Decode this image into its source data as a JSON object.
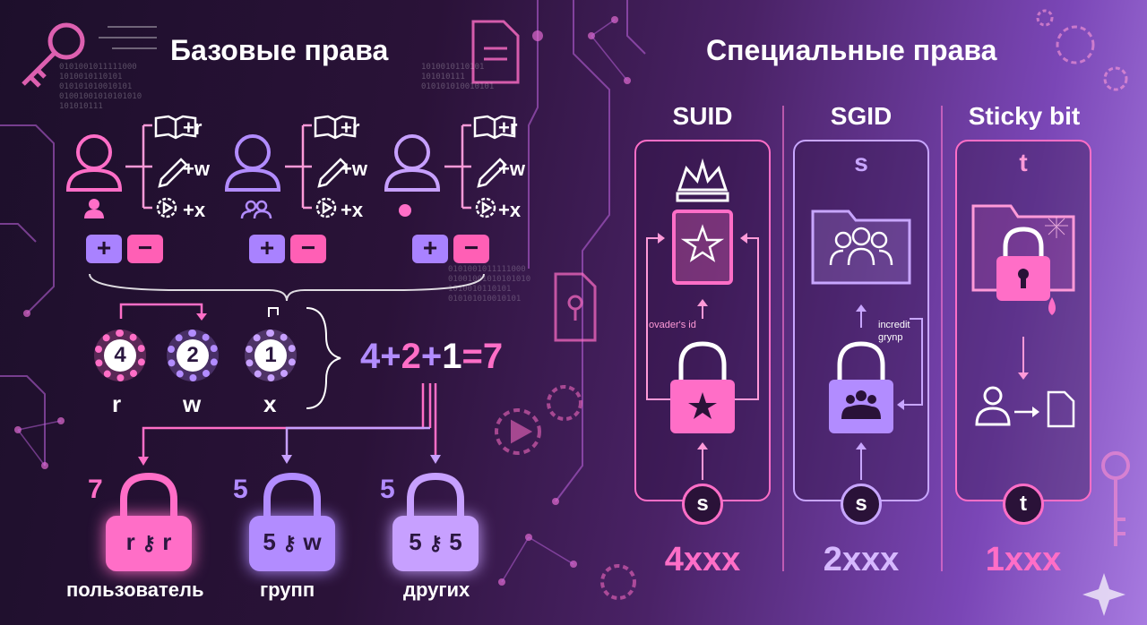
{
  "basic": {
    "title": "Базовые права",
    "perms": [
      "+r",
      "+w",
      "+x"
    ],
    "plus": "+",
    "minus": "−",
    "gears": [
      {
        "num": "4",
        "letter": "r"
      },
      {
        "num": "2",
        "letter": "w"
      },
      {
        "num": "1",
        "letter": "x"
      }
    ],
    "sum": {
      "a": "4",
      "plus1": "+",
      "b": "2",
      "plus2": "+",
      "c": "1",
      "eq": "=",
      "result": "7"
    },
    "locks": [
      {
        "num": "7",
        "code_left": "r",
        "code_right": "r",
        "label": "пользователь"
      },
      {
        "num": "5",
        "code_left": "5",
        "code_right": "w",
        "label": "групп"
      },
      {
        "num": "5",
        "code_left": "5",
        "code_right": "5",
        "label": "других"
      }
    ]
  },
  "special": {
    "title": "Специальные права",
    "columns": [
      {
        "name": "SUID",
        "symbol": "s",
        "note": "ovader's id",
        "code": "4xxx",
        "color": "#ff6ec7"
      },
      {
        "name": "SGID",
        "symbol": "s",
        "top_symbol": "s",
        "note": "incredit grynp",
        "code": "2xxx",
        "color": "#c8a6ff"
      },
      {
        "name": "Sticky bit",
        "symbol": "t",
        "top_symbol": "t",
        "code": "1xxx",
        "color": "#ff6ec7"
      }
    ]
  },
  "bg_binary": [
    "0101001011111000",
    "1010010110101",
    "010101010010101",
    "01001001010101010",
    "101010111"
  ]
}
